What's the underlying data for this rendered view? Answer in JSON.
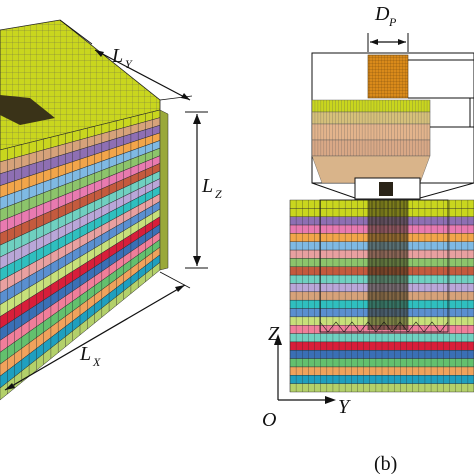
{
  "figure": {
    "panel_a": {
      "dimension_labels": {
        "ly": {
          "main": "L",
          "sub": "Y"
        },
        "lz": {
          "main": "L",
          "sub": "Z"
        },
        "lx": {
          "main": "L",
          "sub": "X"
        }
      }
    },
    "panel_b": {
      "pile_label": {
        "main": "D",
        "sub": "P"
      },
      "axes": {
        "z": "Z",
        "y": "Y",
        "origin": "O"
      },
      "caption": "(b)"
    }
  },
  "colors": {
    "mesh_top": "#c9d61e",
    "mesh_line": "#2a2a2a",
    "pile": "#d98a1a",
    "pile_dark": "#3a3318",
    "layers": [
      "#c9d61e",
      "#d6a27a",
      "#8e6fb3",
      "#f2a54a",
      "#7fb9e3",
      "#8cc46b",
      "#e87ab0",
      "#c45a3e",
      "#6fd0c0",
      "#b9a6d8",
      "#2fbfbf",
      "#e8a0a0",
      "#5a8fd0",
      "#c7e07a",
      "#d81e3a",
      "#3a6fb5",
      "#f07e9a",
      "#63c06e",
      "#f0a25c",
      "#1f9fbf",
      "#b3d06a"
    ]
  }
}
